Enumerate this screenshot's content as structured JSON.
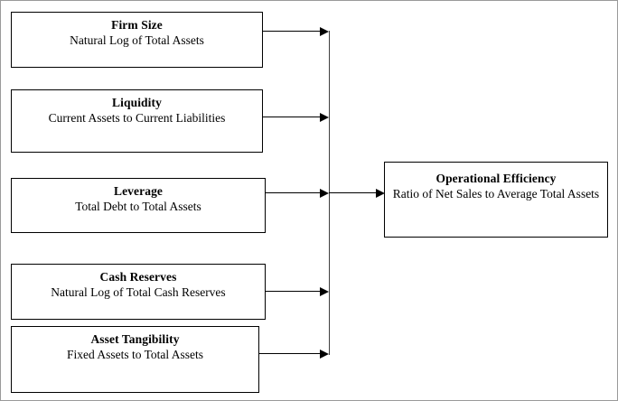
{
  "diagram": {
    "type": "conceptual-framework",
    "background_color": "#ffffff",
    "line_color": "#000000",
    "spine_color": "#3f3f3f",
    "border_color": "#9a9a9a",
    "predictors": [
      {
        "id": "firm-size",
        "title": "Firm Size",
        "subtitle": "Natural Log of Total Assets"
      },
      {
        "id": "liquidity",
        "title": "Liquidity",
        "subtitle": "Current Assets to Current Liabilities"
      },
      {
        "id": "leverage",
        "title": "Leverage",
        "subtitle": "Total Debt to Total Assets"
      },
      {
        "id": "cash-reserves",
        "title": "Cash Reserves",
        "subtitle": "Natural Log of Total Cash Reserves"
      },
      {
        "id": "asset-tangibility",
        "title": "Asset Tangibility",
        "subtitle": "Fixed Assets to Total Assets"
      }
    ],
    "outcome": {
      "id": "operational-efficiency",
      "title": "Operational Efficiency",
      "subtitle": "Ratio of Net Sales to Average Total Assets"
    }
  }
}
